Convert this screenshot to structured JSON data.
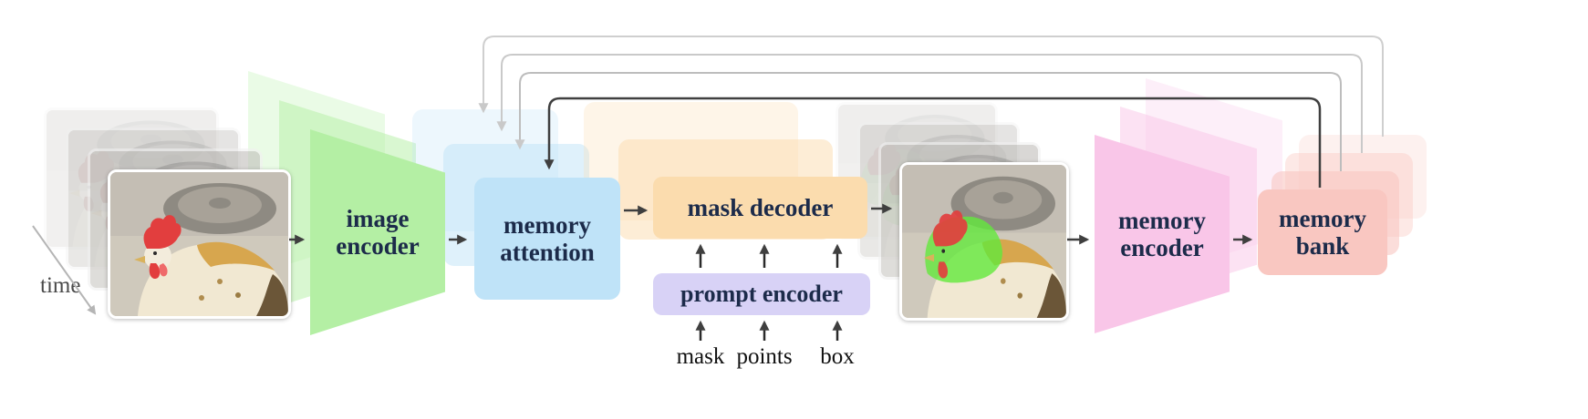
{
  "colors": {
    "image-encoder": "#b4efa4",
    "memory-attention": "#bfe3f8",
    "mask-decoder": "#fbdcae",
    "prompt-encoder": "#d8d2f6",
    "memory-encoder": "#f9c6e8",
    "memory-bank": "#f9c7c1",
    "label-text": "#1c2b4a",
    "arrow-dark": "#3f3f3f",
    "feedback-gray": "#c9c9c9",
    "mask-green": "#63e93c"
  },
  "nodes": {
    "image_encoder": "image encoder",
    "memory_attention": "memory attention",
    "mask_decoder": "mask decoder",
    "prompt_encoder": "prompt encoder",
    "memory_encoder": "memory encoder",
    "memory_bank": "memory bank"
  },
  "prompt_inputs": {
    "mask": "mask",
    "points": "points",
    "box": "box"
  },
  "time_label": "time"
}
